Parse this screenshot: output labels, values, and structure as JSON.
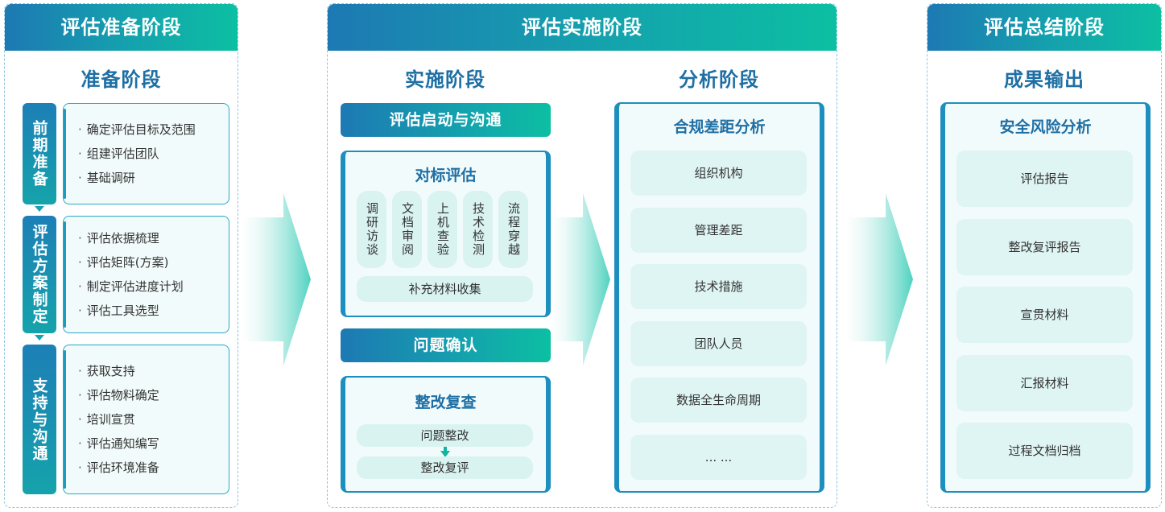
{
  "prep": {
    "header": "评估准备阶段",
    "section_title": "准备阶段",
    "stages": [
      {
        "tag": "前期准备",
        "items": [
          "确定评估目标及范围",
          "组建评估团队",
          "基础调研"
        ]
      },
      {
        "tag": "评估方案制定",
        "items": [
          "评估依据梳理",
          "评估矩阵(方案)",
          "制定评估进度计划",
          "评估工具选型"
        ]
      },
      {
        "tag": "支持与沟通",
        "items": [
          "获取支持",
          "评估物料确定",
          "培训宣贯",
          "评估通知编写",
          "评估环境准备"
        ]
      }
    ]
  },
  "impl": {
    "header": "评估实施阶段",
    "implement_title": "实施阶段",
    "analysis_title": "分析阶段",
    "kickoff_bar": "评估启动与沟通",
    "benchmark": {
      "title": "对标评估",
      "methods": [
        "调研访谈",
        "文档审阅",
        "上机查验",
        "技术检测",
        "流程穿越"
      ],
      "supplement": "补充材料收集"
    },
    "confirm_bar": "问题确认",
    "rectify": {
      "title": "整改复查",
      "steps": [
        "问题整改",
        "整改复评"
      ]
    },
    "analysis": {
      "title": "合规差距分析",
      "items": [
        "组织机构",
        "管理差距",
        "技术措施",
        "团队人员",
        "数据全生命周期",
        "... ..."
      ]
    }
  },
  "summary": {
    "header": "评估总结阶段",
    "section_title": "成果输出",
    "box_title": "安全风险分析",
    "items": [
      "评估报告",
      "整改复评报告",
      "宣贯材料",
      "汇报材料",
      "过程文档归档"
    ]
  },
  "colors": {
    "primary": "#1d79b3",
    "accent": "#0cbfa2",
    "title_text": "#1e6fa4",
    "card_bg": "#dff5f3"
  }
}
